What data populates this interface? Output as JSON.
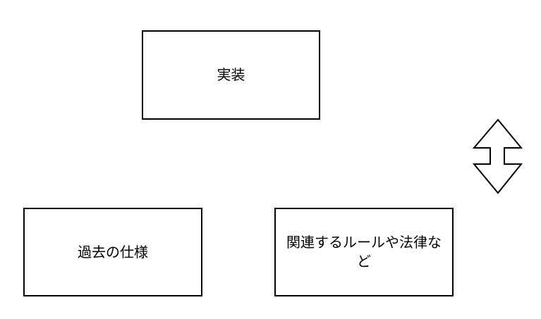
{
  "diagram": {
    "boxes": [
      {
        "id": "implementation",
        "label": "実装"
      },
      {
        "id": "past-specs",
        "label": "過去の仕様"
      },
      {
        "id": "related-rules",
        "label": "関連するルールや法律など"
      }
    ],
    "arrow": {
      "type": "double-headed-vertical",
      "icon": "up-down-arrow-icon"
    }
  }
}
